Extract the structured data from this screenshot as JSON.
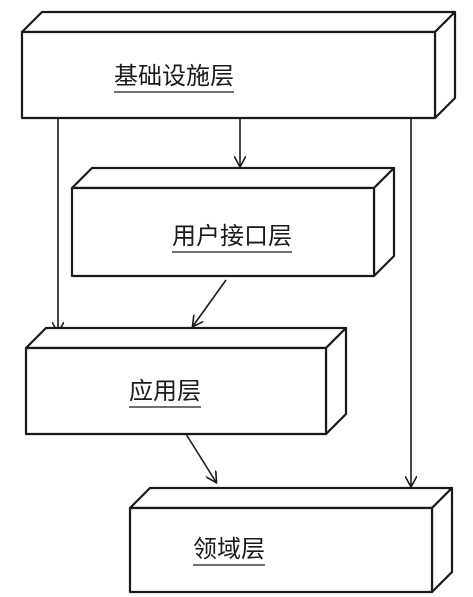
{
  "diagram": {
    "layers": [
      {
        "id": "infrastructure",
        "label": "基础设施层"
      },
      {
        "id": "user-interface",
        "label": "用户接口层"
      },
      {
        "id": "application",
        "label": "应用层"
      },
      {
        "id": "domain",
        "label": "领域层"
      }
    ],
    "dependencies": [
      {
        "from": "infrastructure",
        "to": "user-interface"
      },
      {
        "from": "infrastructure",
        "to": "application"
      },
      {
        "from": "infrastructure",
        "to": "domain"
      },
      {
        "from": "user-interface",
        "to": "application"
      },
      {
        "from": "application",
        "to": "domain"
      }
    ]
  }
}
